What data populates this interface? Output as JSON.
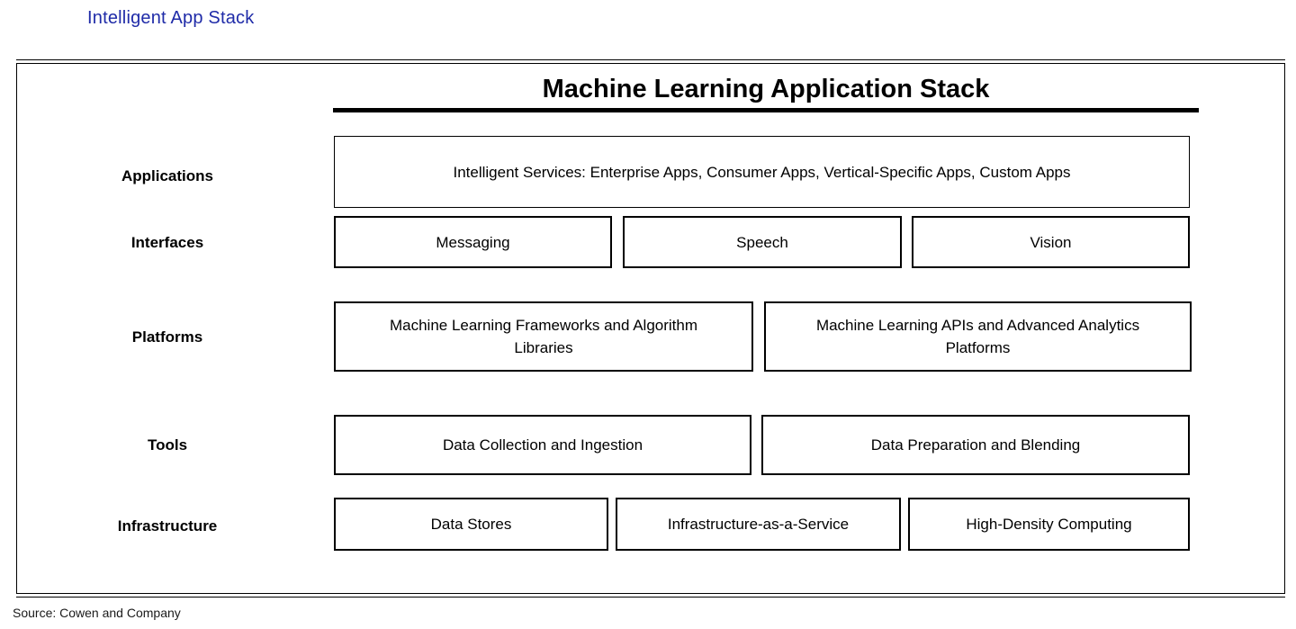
{
  "page": {
    "heading": "Intelligent App Stack",
    "heading_color": "#1f2ba8",
    "source": "Source: Cowen and Company"
  },
  "diagram": {
    "title": "Machine Learning Application Stack",
    "rows": [
      {
        "label": "Applications",
        "boxes": [
          "Intelligent Services: Enterprise Apps, Consumer Apps, Vertical-Specific Apps, Custom Apps"
        ]
      },
      {
        "label": "Interfaces",
        "boxes": [
          "Messaging",
          "Speech",
          "Vision"
        ]
      },
      {
        "label": "Platforms",
        "boxes": [
          "Machine Learning Frameworks and Algorithm Libraries",
          "Machine Learning APIs and Advanced Analytics Platforms"
        ]
      },
      {
        "label": "Tools",
        "boxes": [
          "Data Collection and Ingestion",
          "Data Preparation and Blending"
        ]
      },
      {
        "label": "Infrastructure",
        "boxes": [
          "Data Stores",
          "Infrastructure-as-a-Service",
          "High-Density Computing"
        ]
      }
    ]
  }
}
